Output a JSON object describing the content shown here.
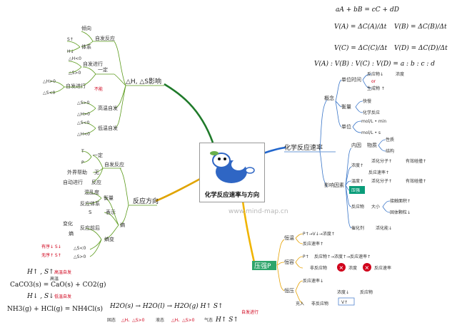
{
  "central": {
    "title": "化学反应速率与方向"
  },
  "watermark": "www.mind-map.cn",
  "formulas_top": {
    "eq1": "aA + bB = cC + dD",
    "va": "V(A) = ΔC(A)/Δt",
    "vb": "V(B) = ΔC(B)/Δt",
    "vc": "V(C) = ΔC(C)/Δt",
    "vd": "V(D) = ΔC(D)/Δt",
    "ratio": "V(A) : V(B) : V(C) : V(D) = a : b : c : d"
  },
  "left_top": {
    "main": "△H, △S影响",
    "items": [
      "倾向",
      "S↑",
      "H↓",
      "体系",
      "自发反应",
      "△H<0",
      "自发进行",
      "△S>0",
      "一定",
      "△H>0",
      "自发进行",
      "不能",
      "△S<0",
      "△S>0",
      "高温自发",
      "△H>0",
      "△S<0",
      "低温自发",
      "△H<0"
    ]
  },
  "left_bottom": {
    "main": "反应方向",
    "items": [
      "T",
      "一定",
      "P",
      "自发反应",
      "外界帮助",
      "无",
      "自动进行",
      "反应",
      "混乱度",
      "衡量",
      "反应体系",
      "S",
      "表示",
      "熵",
      "变化",
      "反应前后",
      "熵变",
      "有序↓ S↓",
      "△S<0",
      "无序↑ S↑",
      "△S>0"
    ]
  },
  "bottom_left": {
    "line1": "H↑ , S↑",
    "line1_note": "高温自发",
    "eq1": "CaCO3(s) = CaO(s) + CO2(g)",
    "eq1_note": "高温",
    "line2": "H↓ , S↓",
    "line2_note": "低温自发",
    "eq2": "NH3(g) + HCl(g) = NH4Cl(s)",
    "eq3": "H2O(s) → H2O(l) → H2O(g)  H↑  S↑",
    "eq3_a": "固态",
    "eq3_b": "液态",
    "eq3_c": "气态",
    "eq3_ds1": "△H、△S>0",
    "eq3_ds2": "△H、△S>0",
    "eq3_tail": "H↑  S↑",
    "eq3_note": "自发进行"
  },
  "right": {
    "main": "化学反应速率",
    "concept": "概念",
    "unit_time": "单位时间",
    "reactant": "反应物↓",
    "or": "or",
    "product": "生成物 ↑",
    "conc": "浓度",
    "measure": "衡量",
    "speed": "快慢",
    "chem": "化学反应",
    "unit": "单位",
    "u1": "mol/L • min",
    "u2": "mol/L • s",
    "factors": "影响因素",
    "internal": "内因",
    "substance": "物质",
    "nature": "性质",
    "structure": "结构",
    "c_up": "浓度↑",
    "act": "活化分子↑",
    "eff": "有效碰撞↑",
    "rate_up": "反应速率↑",
    "t_up": "温度↑",
    "act2": "活化分子↑",
    "eff2": "有效碰撞↑",
    "press": "压强",
    "area": "接触面积↑",
    "solid": "反应物",
    "size": "大小",
    "grain": "固体颗粒↓",
    "cat": "催化剂",
    "act3": "活化能↓"
  },
  "bottom_right": {
    "main": "压强P",
    "const_t": "恒温",
    "p1": "P↑→V↓→浓度↑",
    "r1": "反应速率↑",
    "const_v": "恒容",
    "p2": "P↑",
    "r2": "反应物↑→浓度↑→反应速率↑",
    "inert": "非反应物",
    "r3": "浓度",
    "r4": "反应速率",
    "const_p": "恒压",
    "r5": "反应速率↓",
    "fill": "充入",
    "inert2": "非反应物",
    "r6": "浓度↓",
    "r7": "反应物",
    "r8": "V↑"
  }
}
